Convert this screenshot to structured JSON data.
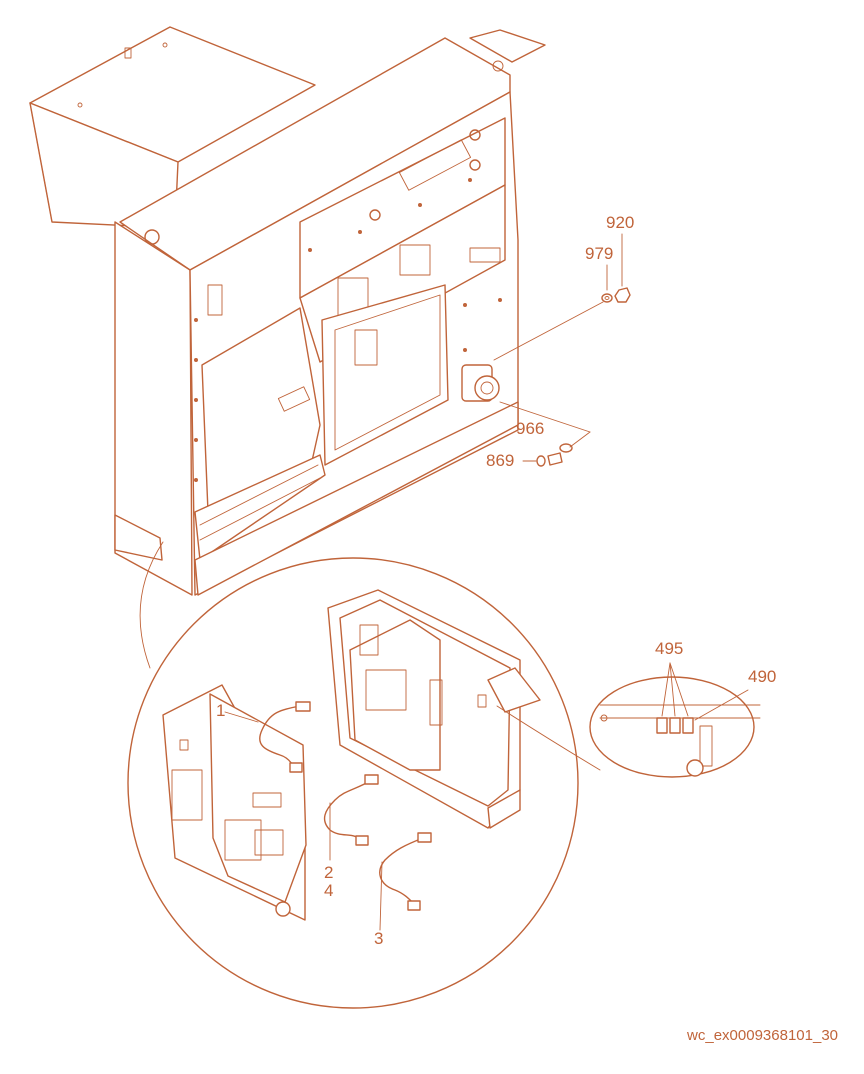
{
  "colors": {
    "line": "#c0643a",
    "background": "#ffffff"
  },
  "figure_id": "wc_ex0009368101_30",
  "callouts": [
    {
      "id": "920",
      "text": "920"
    },
    {
      "id": "979",
      "text": "979"
    },
    {
      "id": "966",
      "text": "966"
    },
    {
      "id": "869",
      "text": "869"
    },
    {
      "id": "495",
      "text": "495"
    },
    {
      "id": "490",
      "text": "490"
    },
    {
      "id": "1",
      "text": "1"
    },
    {
      "id": "2",
      "text": "2"
    },
    {
      "id": "4",
      "text": "4"
    },
    {
      "id": "3",
      "text": "3"
    }
  ]
}
